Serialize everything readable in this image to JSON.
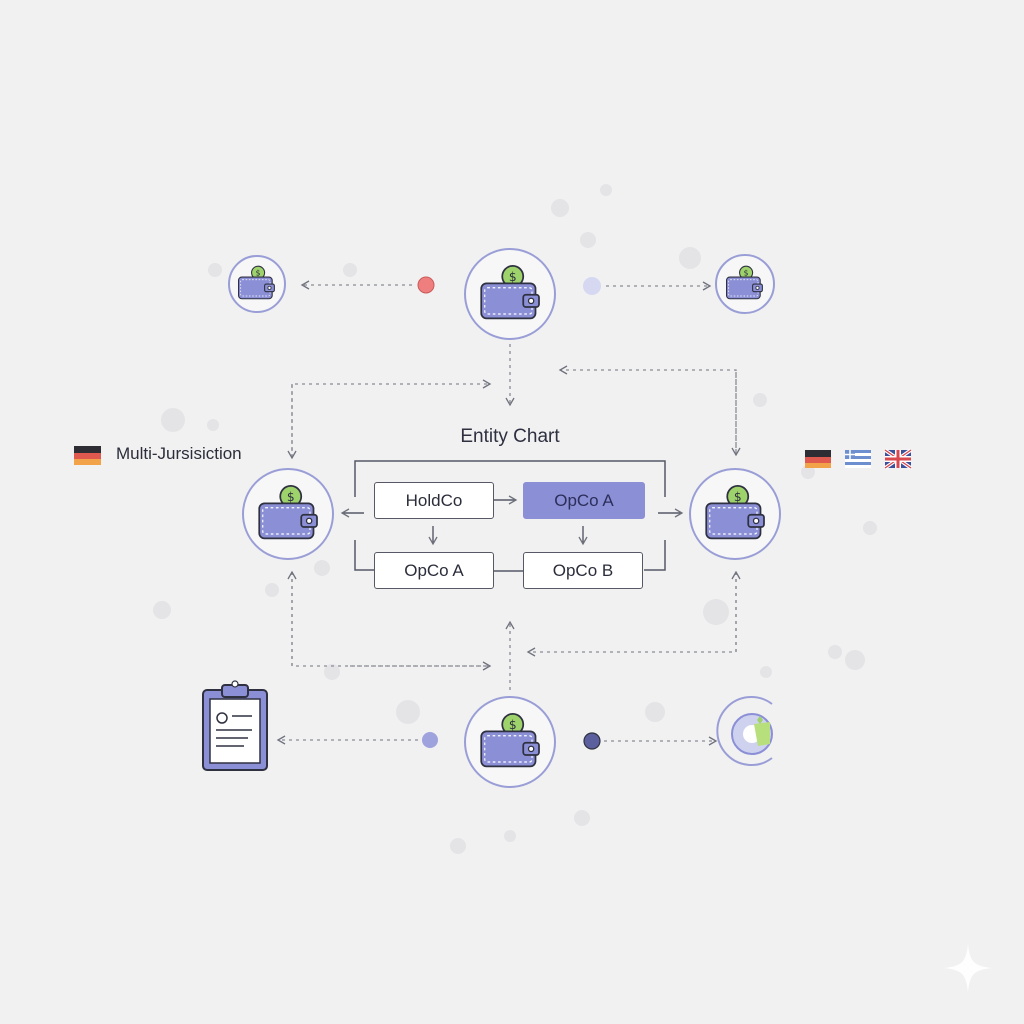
{
  "chart_title": "Entity Chart",
  "side_label": "Multi-Jursisiction",
  "entities": {
    "holdco": "HoldCo",
    "opco_a_top": "OpCo A",
    "opco_a_bottom": "OpCo A",
    "opco_b": "OpCo B"
  },
  "colors": {
    "accent_purple": "#7a7fc8",
    "fill_purple": "#8b8fd6",
    "coin_green": "#9ed26b",
    "dot_red": "#ef7f7f",
    "dot_light": "#cfd2ee",
    "dot_dark": "#5b5f9e",
    "line_gray": "#8a8c96",
    "background": "#f1f1f2"
  },
  "icons": {
    "wallet": "wallet-icon",
    "coin": "dollar-coin-icon",
    "clipboard": "clipboard-document-icon",
    "pie": "pie-chart-icon",
    "flags": [
      "german-flag-icon",
      "german-flag-icon",
      "greek-flag-icon",
      "uk-flag-icon"
    ]
  }
}
